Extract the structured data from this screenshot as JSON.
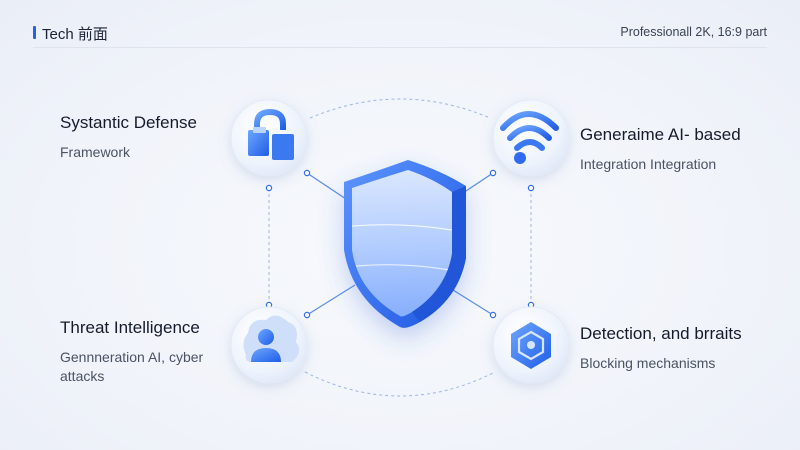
{
  "header": {
    "title": "Tech 前面",
    "meta": "Professionall 2K, 16:9 part"
  },
  "nodes": [
    {
      "id": "top-left",
      "title": "Systantic  Defense",
      "subtitle_lines": [
        "Framework"
      ],
      "icon": "lock-icon"
    },
    {
      "id": "top-right",
      "title": "Generaime AI- based",
      "subtitle_lines": [
        "Integration Integration"
      ],
      "icon": "wifi-icon"
    },
    {
      "id": "bottom-left",
      "title": "Threat Intelligence",
      "subtitle_lines": [
        "Gennneration AI, cyber",
        "attacks"
      ],
      "icon": "user-icon"
    },
    {
      "id": "bottom-right",
      "title": "Detection, and brraits",
      "subtitle_lines": [
        " Blocking mechanisms"
      ],
      "icon": "hexagon-shield-icon"
    }
  ],
  "center": {
    "icon": "shield-icon"
  },
  "colors": {
    "accent": "#2563eb",
    "shield_light": "#9cc2ff",
    "shield_dark": "#2f6bf0",
    "connector": "#8fb0e8"
  }
}
